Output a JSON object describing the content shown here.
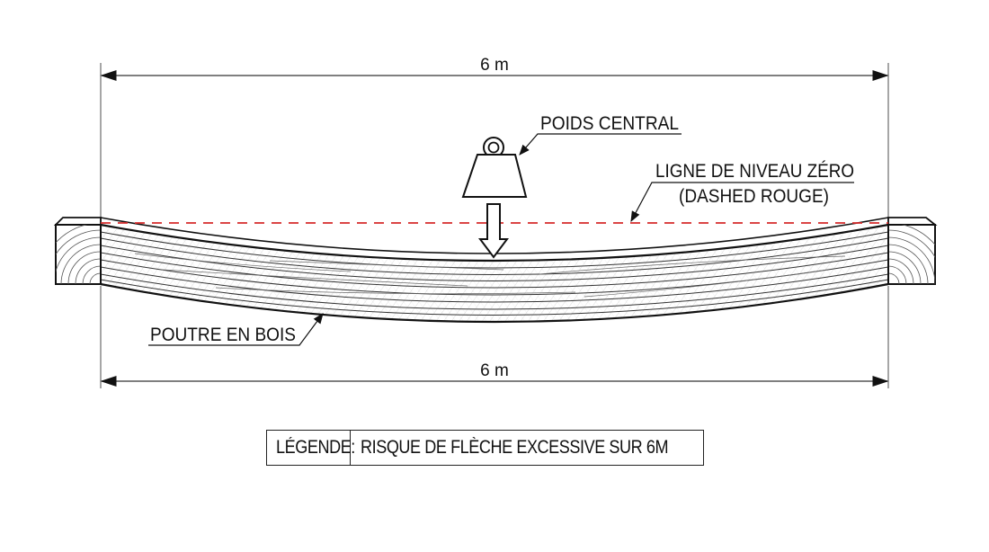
{
  "diagram": {
    "top_dimension": {
      "label": "6 m"
    },
    "bottom_dimension": {
      "label": "6 m"
    },
    "callouts": {
      "weight": {
        "label": "POIDS CENTRAL"
      },
      "zero_line": {
        "line1": "LIGNE DE NIVEAU ZÉRO",
        "line2": "(DASHED ROUGE)"
      },
      "beam": {
        "label": "POUTRE EN BOIS"
      }
    },
    "colors": {
      "zero_line": "#d62b2b",
      "ink": "#111111",
      "dimension": "#777777"
    }
  },
  "legend": {
    "key": "LÉGENDE:",
    "value": "RISQUE DE FLÈCHE EXCESSIVE SUR 6M"
  }
}
